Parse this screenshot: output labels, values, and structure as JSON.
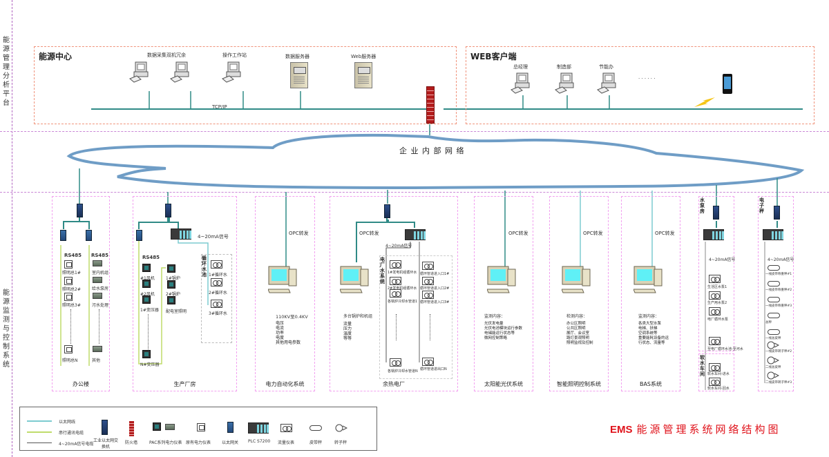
{
  "side_labels": {
    "top": "能源管理分析平台",
    "bottom": "能源监测与控制系统"
  },
  "energy_center": {
    "title": "能源中心",
    "nodes": [
      "数据采集双机冗余",
      "操作工作站",
      "数据服务器",
      "Web服务器"
    ],
    "bus_label": "TCP/IP"
  },
  "web_client": {
    "title": "WEB客户端",
    "nodes": [
      "总经理",
      "制造部",
      "节能办"
    ],
    "ellipsis": "· · · · · ·"
  },
  "cloud": {
    "label": "企 业 内 部 网 络"
  },
  "subsystems": {
    "office": {
      "title": "办公楼",
      "bus_left": "RS485",
      "bus_right": "RS485",
      "left_items": [
        "照明总1#",
        "照明总2#",
        "照明总3#",
        "照明总N"
      ],
      "right_items": [
        "室内机组",
        "给水泵房",
        "污水处理",
        "其他"
      ]
    },
    "factory": {
      "title": "生产厂房",
      "bus": "RS485",
      "signal": "4~20mA信号",
      "left_items": [
        "#1风机",
        "#2风机",
        "1#变压器",
        "N#变压器"
      ],
      "mid_items": [
        "1#锅炉",
        "2#锅炉",
        "配电室照明"
      ],
      "loop_title": "循环水池",
      "loop_items": [
        "1#循环水",
        "2#循环水",
        "3#循环水"
      ]
    },
    "power": {
      "title": "电力自动化系统",
      "opc": "OPC转发",
      "voltage": "110KV至0.4KV",
      "params": [
        "电压",
        "电流",
        "功率",
        "电度",
        "其他用电参数"
      ]
    },
    "thermal": {
      "title": "余热电厂",
      "opc": "OPC转发",
      "signal": "4~20mA信号",
      "unit": "多台锅炉和机组",
      "params": [
        "流量",
        "压力",
        "温度",
        "等等"
      ],
      "water_title": "电厂水系统",
      "left_items": [
        "1#发电机组循环水",
        "2#发电机组循环水",
        "各锅炉冷却水管道1",
        "各锅炉冷却水管道N"
      ],
      "right_items": [
        "循环管道进入口1#",
        "循环管道进入口2#",
        "循环管道进入口3#",
        "循环管道进出口N"
      ]
    },
    "solar": {
      "title": "太阳能光伏系统",
      "opc": "OPC转发",
      "heading": "监测内容：",
      "items": [
        "光伏发电量",
        "光伏电池模块运行参数",
        "电储能运行状态等",
        "微网控制策略"
      ]
    },
    "lighting": {
      "title": "智能照明控制系统",
      "opc": "OPC转发",
      "heading": "检测内容：",
      "items": [
        "办公区照明",
        "公共区照明",
        "展厅、会议室",
        "路灯景观照明",
        "照明监视及控制"
      ]
    },
    "bas": {
      "title": "BAS系统",
      "opc": "OPC转发",
      "heading": "监测内容：",
      "items": [
        "各类大型水泵",
        "电梯、扶梯",
        "空调系统等",
        "重要能耗设备的运",
        "行状态、流量等"
      ]
    },
    "pump": {
      "title": "水泵房",
      "signal": "4~20mA信号",
      "items": [
        "生活区水泵1",
        "生产用水泵2",
        "电厂循环水泵",
        "至电厂循环水池-至河水"
      ]
    },
    "softwater": {
      "title": "软水车间",
      "items": [
        "软水车间-进水",
        "软水车间-回水"
      ]
    },
    "scale": {
      "title": "电子秤",
      "signal": "4~20mA信号",
      "items": [
        "一线皮带称重秤#1",
        "一线皮带称重秤#2",
        "一线皮带称重秤#3",
        "总秤",
        "一线总皮秤",
        "一线皮带转子秤#2",
        "二线总皮秤",
        "二线皮带转子秤#3"
      ]
    }
  },
  "legend": {
    "lines": [
      "以太网线",
      "串行通讯电缆",
      "4~20mA信号电缆"
    ],
    "icons": [
      "工业以太网交换机",
      "防火墙",
      "PAC系列电力仪表",
      "原有电力仪表",
      "以太网关",
      "PLC S7200",
      "流量仪表",
      "皮带秤",
      "转子秤"
    ]
  },
  "footer": {
    "title_brand": "EMS",
    "title_rest": "能源管理系统网络结构图"
  },
  "colors": {
    "ethernet": "#7ccbd0",
    "ethernet_dark": "#2f8a86",
    "serial": "#bfdc6a",
    "signal": "#7a7a7a",
    "title_red": "#e0131b",
    "cloud": "#6f9dc6"
  }
}
